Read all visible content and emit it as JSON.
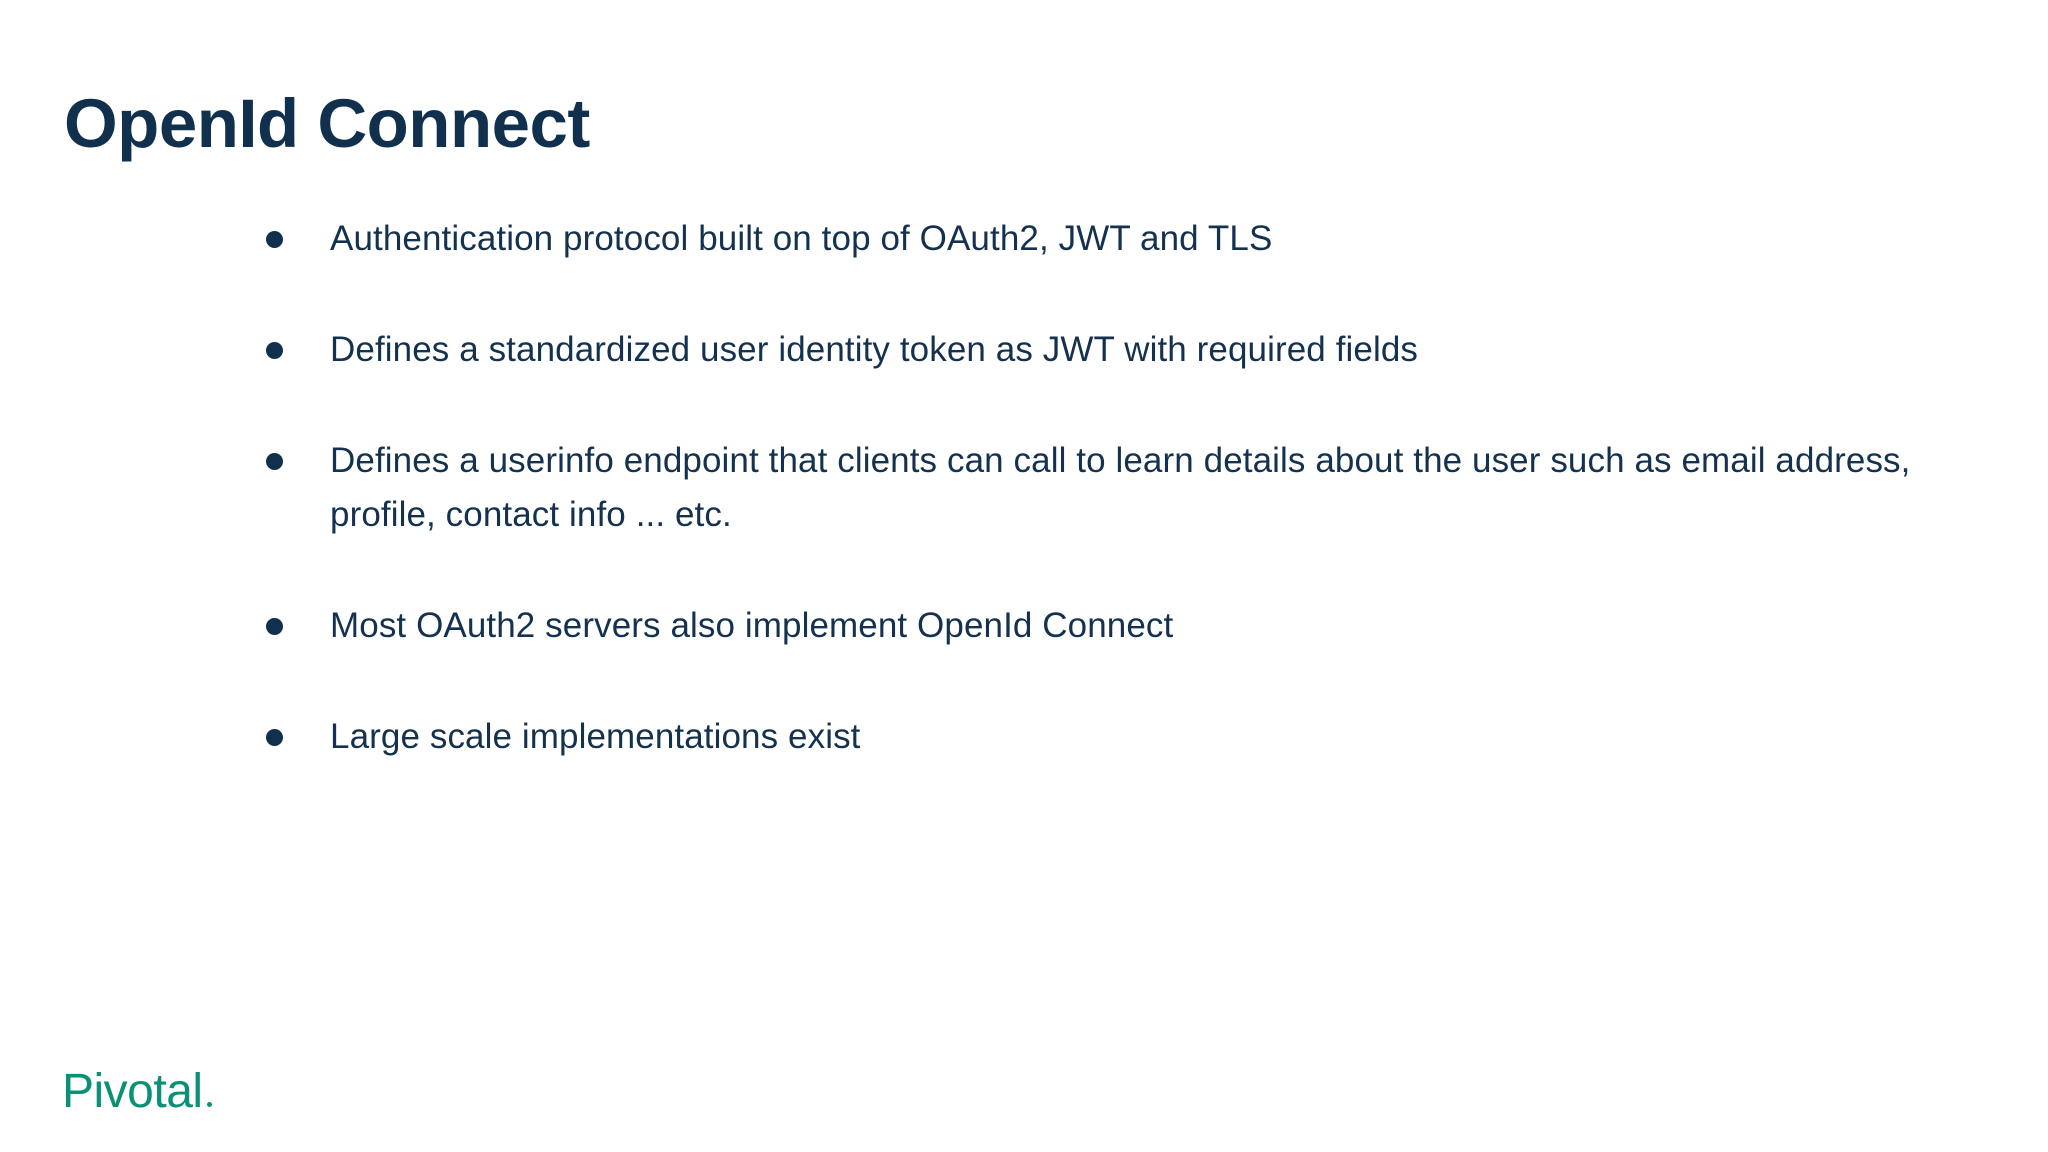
{
  "slide": {
    "title": "OpenId Connect",
    "background_color": "#ffffff",
    "title_color": "#11304e",
    "body_color": "#14324f",
    "bullets": [
      {
        "text": "Authentication protocol built on top of OAuth2, JWT and TLS"
      },
      {
        "text": "Defines a standardized user identity token as JWT with required fields"
      },
      {
        "text": "Defines a userinfo endpoint that clients can call to learn details about the user such as email address, profile, contact info ... etc."
      },
      {
        "text": "Most OAuth2 servers also implement OpenId Connect"
      },
      {
        "text": "Large scale implementations exist"
      }
    ]
  },
  "logo": {
    "wordmark": "Pivotal",
    "color": "#0a9175"
  }
}
